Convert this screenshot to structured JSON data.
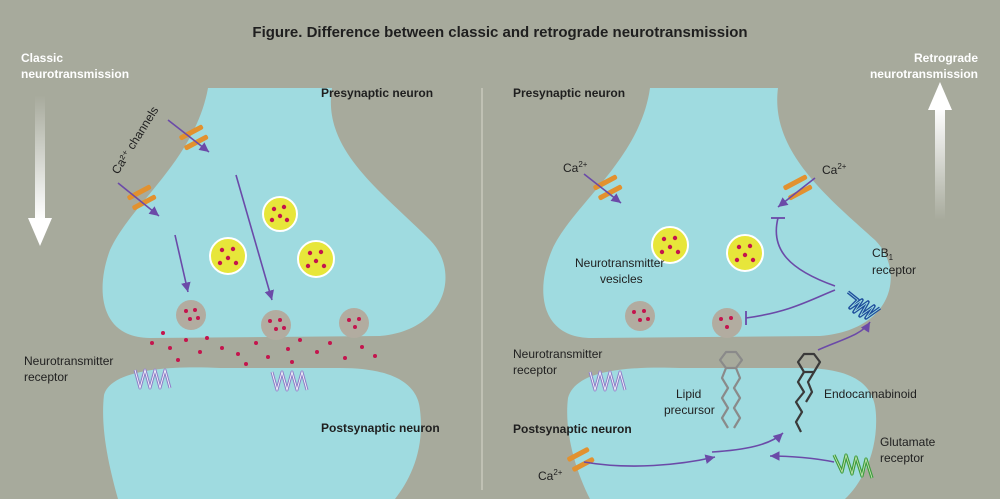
{
  "title": "Figure.  Difference between classic and retrograde neurotransmission",
  "left_panel": {
    "direction_label_line1": "Classic",
    "direction_label_line2": "neurotransmission",
    "presynaptic": "Presynaptic neuron",
    "postsynaptic": "Postsynaptic neuron",
    "ca_channels": "Ca²⁺ channels",
    "nt_receptor_line1": "Neurotransmitter",
    "nt_receptor_line2": "receptor"
  },
  "right_panel": {
    "direction_label_line1": "Retrograde",
    "direction_label_line2": "neurotransmission",
    "presynaptic": "Presynaptic neuron",
    "postsynaptic": "Postsynaptic neuron",
    "ca_left": "Ca",
    "ca_right": "Ca",
    "ca_bottom": "Ca",
    "ca_superscript": "2+",
    "vesicles_line1": "Neurotransmitter",
    "vesicles_line2": "vesicles",
    "cb1_line1": "CB",
    "cb1_sub": "1",
    "cb1_line2": "receptor",
    "nt_receptor_line1": "Neurotransmitter",
    "nt_receptor_line2": "receptor",
    "lipid_line1": "Lipid",
    "lipid_line2": "precursor",
    "endocannabinoid": "Endocannabinoid",
    "glutamate_line1": "Glutamate",
    "glutamate_line2": "receptor"
  },
  "colors": {
    "background": "#a7aa9c",
    "cell": "#9fdbe0",
    "vesicle": "#e7e63a",
    "dot": "#c4144d",
    "arrow": "#6b4aa8",
    "channel": "#e2912f",
    "cb1": "#1f4f9c",
    "glutamate": "#3e9d3f",
    "nt_receptor": "#8f7fc9"
  }
}
